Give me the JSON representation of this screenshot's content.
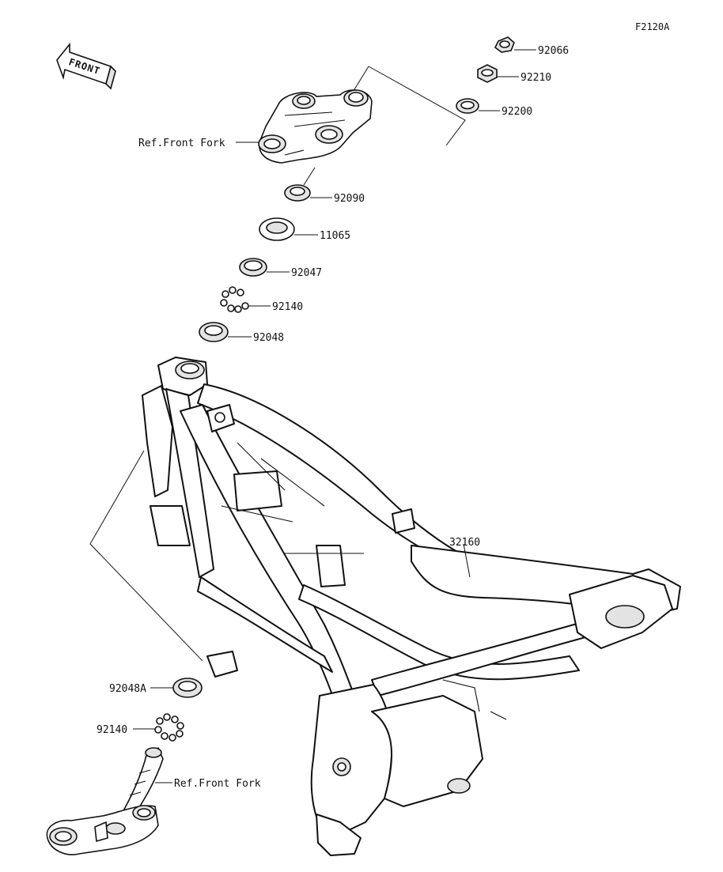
{
  "diagram_code": "F2120A",
  "front_label": "FRONT",
  "parts": [
    {
      "id": "p92066",
      "label": "92066"
    },
    {
      "id": "p92210",
      "label": "92210"
    },
    {
      "id": "p92200",
      "label": "92200"
    },
    {
      "id": "p92090",
      "label": "92090"
    },
    {
      "id": "p11065",
      "label": "11065"
    },
    {
      "id": "p92047",
      "label": "92047"
    },
    {
      "id": "p92140a",
      "label": "92140"
    },
    {
      "id": "p92048",
      "label": "92048"
    },
    {
      "id": "p32160",
      "label": "32160"
    },
    {
      "id": "p92048A",
      "label": "92048A"
    },
    {
      "id": "p92140b",
      "label": "92140"
    }
  ],
  "refs": {
    "upper": "Ref.Front Fork",
    "lower": "Ref.Front Fork"
  }
}
